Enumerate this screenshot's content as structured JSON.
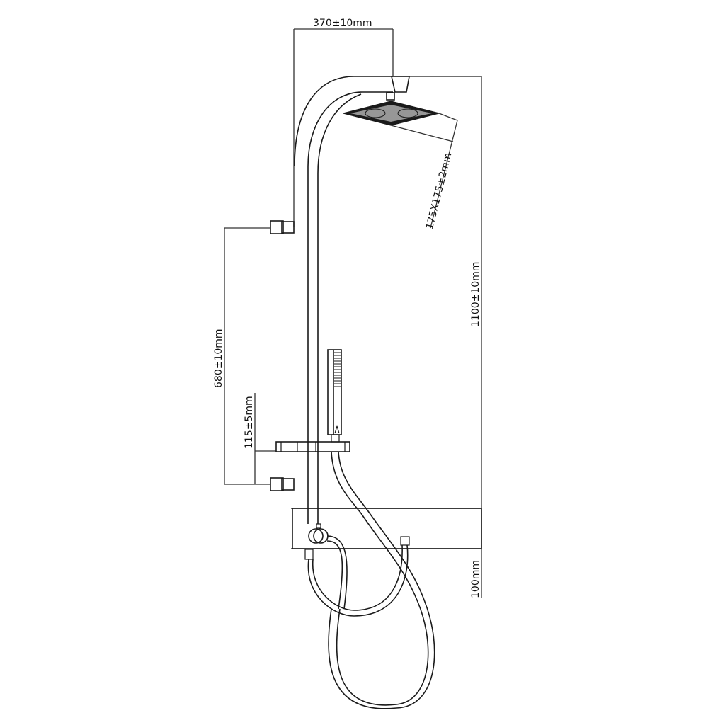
{
  "diagram": {
    "type": "technical-drawing",
    "subject": "shower column with rain head, hand shower, mixer and hose",
    "colors": {
      "line": "#1a1a1a",
      "background": "#ffffff"
    },
    "dimensions": {
      "top_width": "370±10mm",
      "head_size": "175X175±2mm",
      "total_height": "1100±10mm",
      "inlet_spacing": "680±10mm",
      "shelf_offset": "115±5mm",
      "base_height": "100mm"
    }
  }
}
